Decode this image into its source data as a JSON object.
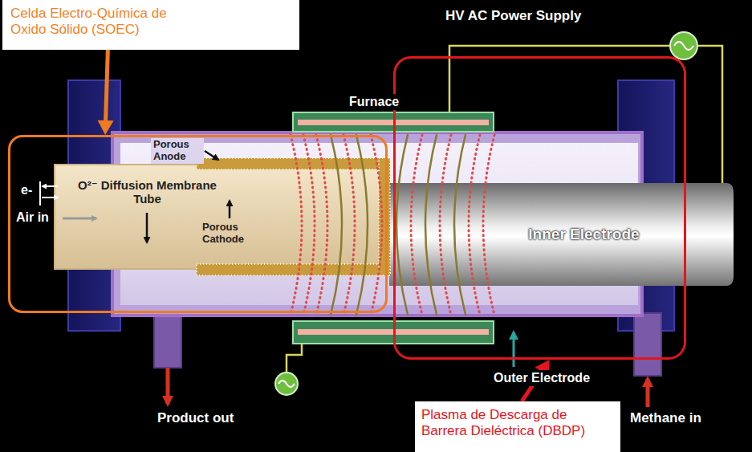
{
  "diagram": {
    "nodes": [
      {
        "text": [
          "Celda Electro-Química de Oxido Sólido (SOEC)"
        ]
      },
      {
        "text": [
          "e-",
          "Air in",
          "O²⁻ Diffusion Membrane Tube",
          "Porous Anode",
          "Porous Cathode"
        ]
      },
      {
        "text": [
          "Inner Electrode"
        ]
      },
      {
        "text": [
          "Plasma de Descarga de Barrera Dieléctrica (DBDP)"
        ]
      }
    ],
    "edges": [
      {
        "from": 0,
        "to": 1,
        "arrow": "to"
      },
      {
        "from": 3,
        "to": 2,
        "arrow": "to"
      }
    ],
    "labels": [
      "HV AC Power Supply",
      "Furnace",
      "Outer Electrode",
      "Product out",
      "Methane in"
    ]
  }
}
